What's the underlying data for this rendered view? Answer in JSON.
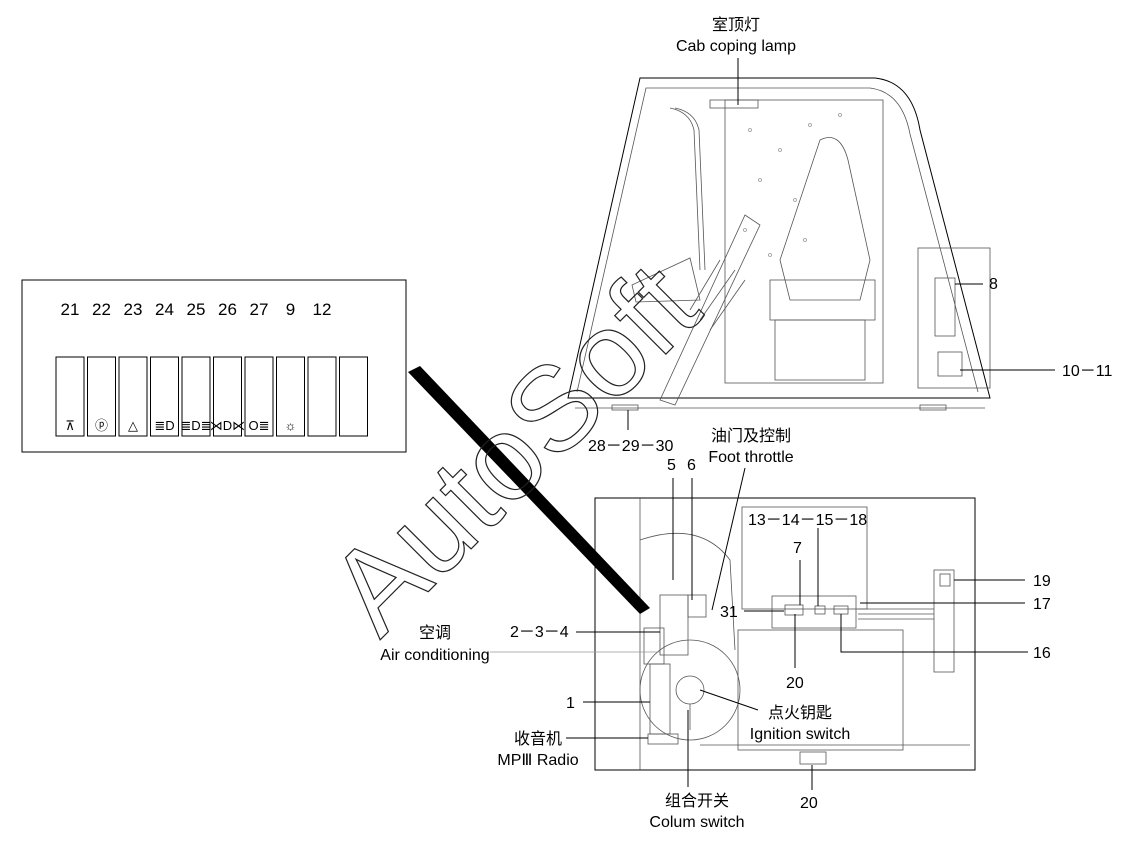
{
  "labels": {
    "cab_lamp_cn": "室顶灯",
    "cab_lamp_en": "Cab coping lamp",
    "throttle_cn": "油门及控制",
    "throttle_en": "Foot throttle",
    "aircon_cn": "空调",
    "aircon_en": "Air conditioning",
    "ignition_cn": "点火钥匙",
    "ignition_en": "Ignition switch",
    "radio_cn": "收音机",
    "radio_en": "MPⅢ Radio",
    "column_cn": "组合开关",
    "column_en": "Colum switch"
  },
  "callouts": {
    "n8": "8",
    "n10_11": "10－11",
    "n28_30": "28－29－30",
    "n5": "5",
    "n6": "6",
    "n13_18": "13－14－15－18",
    "n7": "7",
    "n19": "19",
    "n31": "31",
    "n17": "17",
    "n2_4": "2－3－4",
    "n16": "16",
    "n20a": "20",
    "n1": "1",
    "n20b": "20"
  },
  "switch_panel": {
    "numbers": [
      "21",
      "22",
      "23",
      "24",
      "25",
      "26",
      "27",
      "9",
      "12",
      ""
    ],
    "icons": [
      "wiper-icon",
      "parking-brake-icon",
      "hazard-icon",
      "headlight-icon",
      "fog-light-icon",
      "work-light-icon",
      "rear-fog-icon",
      "beacon-icon",
      "",
      ""
    ],
    "glyphs": [
      "⊼",
      "ⓟ",
      "△",
      "≣D",
      "≣D≣",
      "⋊D⋉",
      "O≣",
      "☼",
      "",
      ""
    ]
  },
  "watermark": "AutoSoft"
}
